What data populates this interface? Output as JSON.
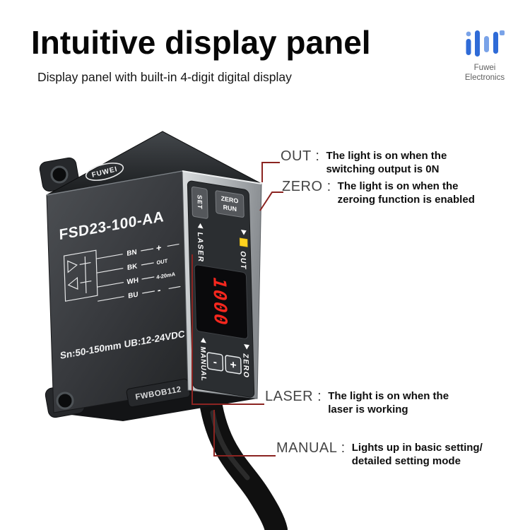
{
  "page": {
    "title": "Intuitive display panel",
    "subtitle": "Display panel with built-in 4-digit digital display"
  },
  "brand": {
    "line1": "Fuwei",
    "line2": "Electronics"
  },
  "device": {
    "top_logo": "FUWEI",
    "model": "FSD23-100-AA",
    "wiring": {
      "pins": [
        {
          "wire": "BN",
          "signal": "+"
        },
        {
          "wire": "BK",
          "signal": "OUT"
        },
        {
          "wire": "WH",
          "signal": "4-20mA"
        },
        {
          "wire": "BU",
          "signal": "-"
        }
      ]
    },
    "spec_range": "Sn:50-150mm",
    "spec_voltage": "UB:12-24VDC",
    "code_label": "FWBOB112",
    "panel": {
      "btn_set": "SET",
      "btn_mode_line1": "ZERO",
      "btn_mode_line2": "RUN",
      "led_laser": "LASER",
      "led_out": "OUT",
      "led_zero": "ZERO",
      "led_manual": "MANUAL",
      "display_value": "1000",
      "btn_minus": "-",
      "btn_plus": "+"
    }
  },
  "annotations": [
    {
      "label": "OUT :",
      "line1": "The light is on when the",
      "line2": "switching output is 0N"
    },
    {
      "label": "ZERO :",
      "line1": "The light is on when the",
      "line2": "zeroing function is enabled"
    },
    {
      "label": "LASER :",
      "line1": "The light is on when the",
      "line2": "laser is working"
    },
    {
      "label": "MANUAL :",
      "line1": "Lights up in basic setting/",
      "line2": "detailed setting mode"
    }
  ],
  "colors": {
    "brand_blue": "#2f6bd7",
    "brand_blue_light": "#7aa3e8",
    "display_red": "#f5271e",
    "indicator_yellow": "#ffd21e",
    "callout_line": "#8b2421"
  }
}
